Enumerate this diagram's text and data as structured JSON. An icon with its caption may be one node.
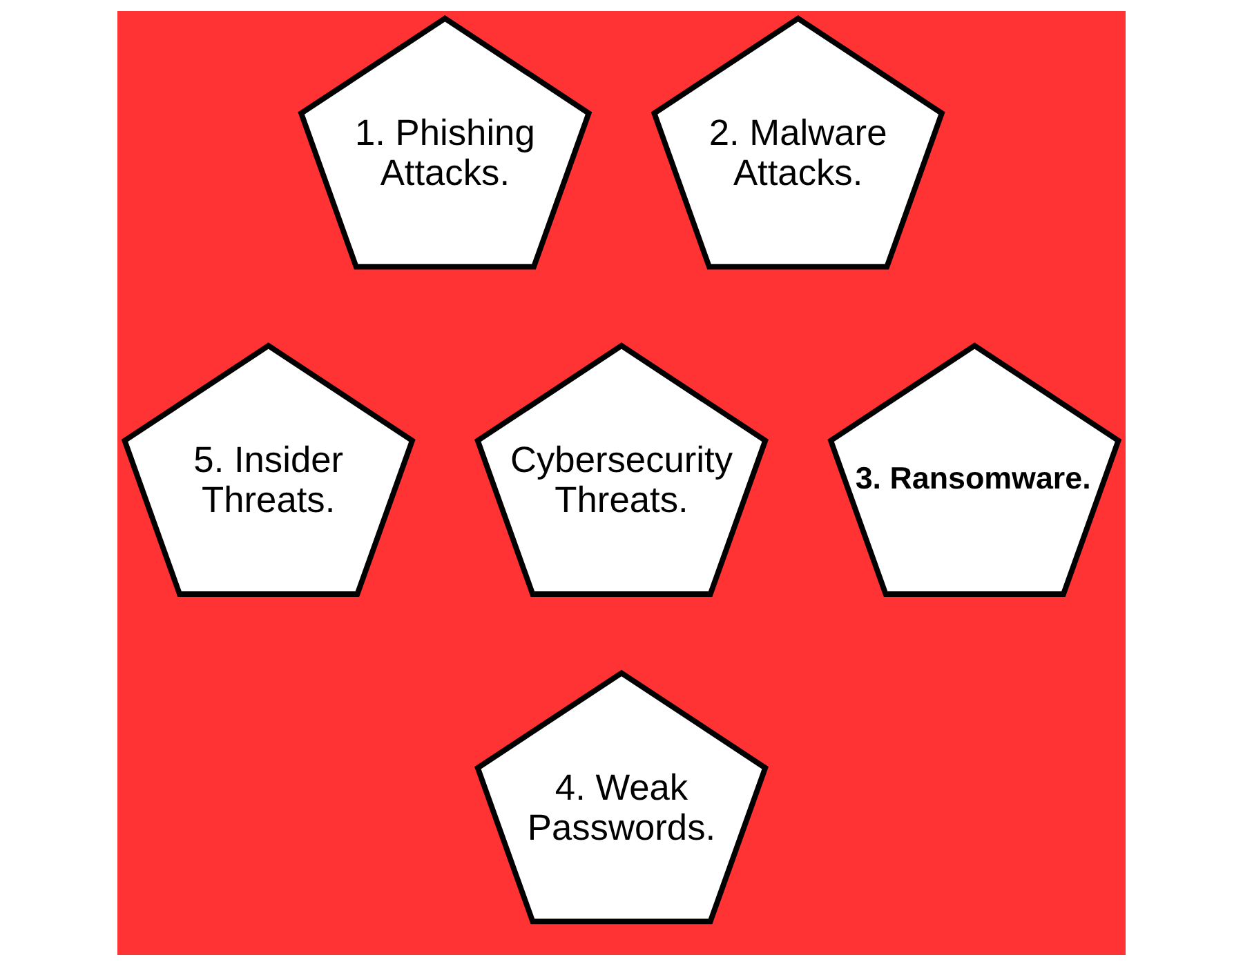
{
  "diagram": {
    "nodes": [
      {
        "text": [
          "1. Phishing Attacks."
        ]
      },
      {
        "text": [
          "2. Malware Attacks."
        ]
      },
      {
        "text": [
          "Cybersecurity Threats."
        ]
      },
      {
        "text": [
          "5. Insider Threats."
        ]
      },
      {
        "text": [
          "3. Ransomware."
        ]
      },
      {
        "text": [
          "4. Weak Passwords."
        ]
      }
    ],
    "edges": []
  }
}
